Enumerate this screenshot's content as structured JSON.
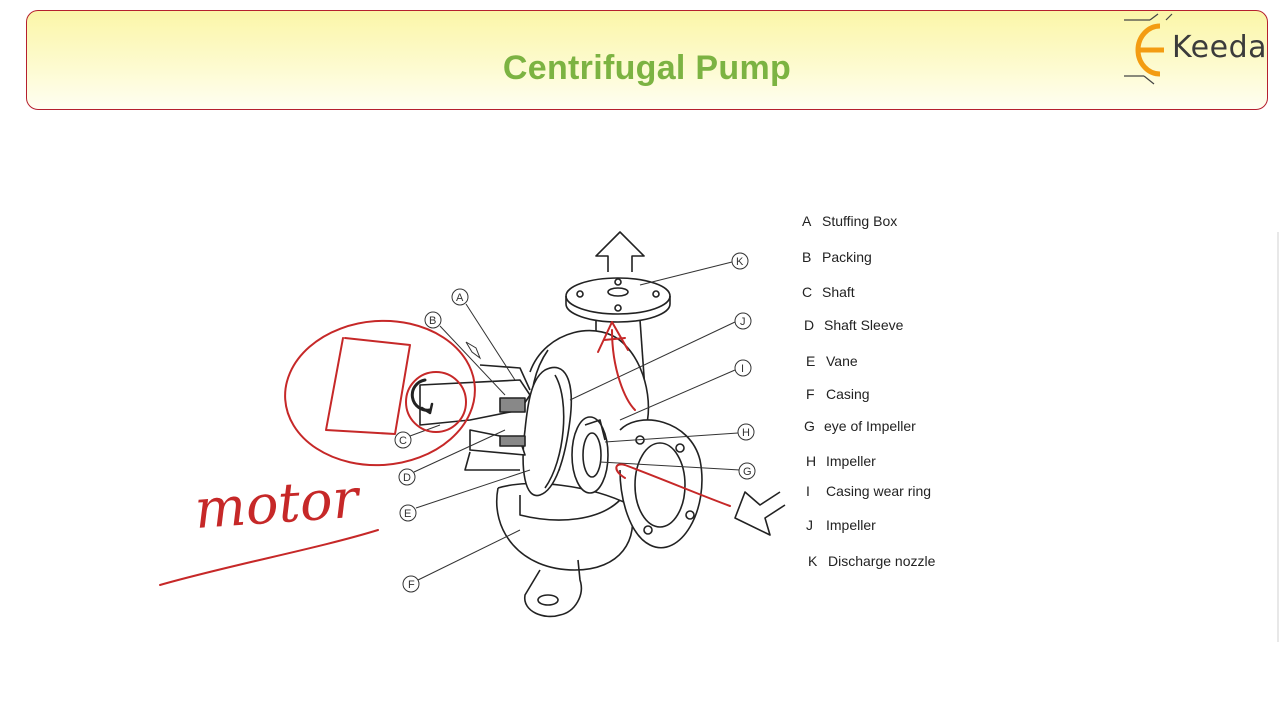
{
  "header": {
    "title": "Centrifugal Pump"
  },
  "logo": {
    "text": "Keeda"
  },
  "legend": [
    {
      "letter": "A",
      "name": "Stuffing Box"
    },
    {
      "letter": "B",
      "name": "Packing"
    },
    {
      "letter": "C",
      "name": "Shaft"
    },
    {
      "letter": "D",
      "name": "Shaft Sleeve"
    },
    {
      "letter": "E",
      "name": "Vane"
    },
    {
      "letter": "F",
      "name": "Casing"
    },
    {
      "letter": "G",
      "name": "eye of Impeller"
    },
    {
      "letter": "H",
      "name": "Impeller"
    },
    {
      "letter": "I",
      "name": "Casing wear ring"
    },
    {
      "letter": "J",
      "name": "Impeller"
    },
    {
      "letter": "K",
      "name": "Discharge nozzle"
    }
  ],
  "callouts": [
    "A",
    "B",
    "C",
    "D",
    "E",
    "F",
    "G",
    "H",
    "I",
    "J",
    "K"
  ],
  "annotation": {
    "handwritten_text": "motor"
  },
  "colors": {
    "title": "#7cb342",
    "header_border": "#b5202e",
    "ink": "#c62828",
    "logo_orange": "#f39c12"
  }
}
